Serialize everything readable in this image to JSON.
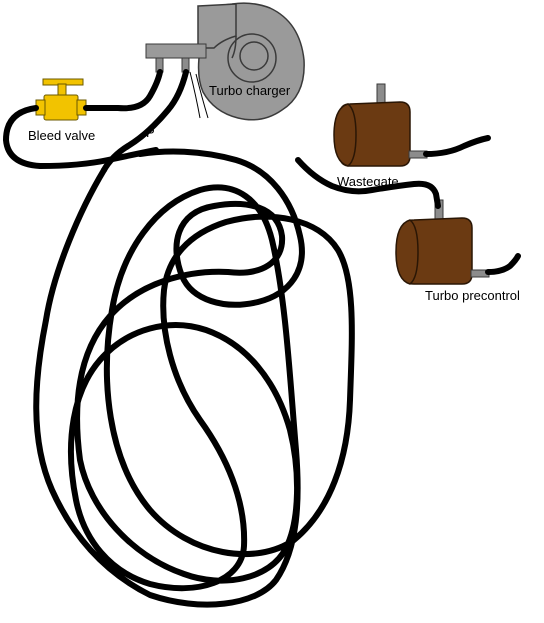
{
  "labels": {
    "turbo_charger": "Turbo charger",
    "bleed_valve": "Bleed valve",
    "pressure_port": "P",
    "wastegate": "Wastegate",
    "turbo_precontrol": "Turbo precontrol"
  },
  "colors": {
    "hose": "#000000",
    "turbo_body": "#9a9a9a",
    "valve_body": "#f2c300",
    "actuator_body": "#6b3a12",
    "fitting": "#8c8c8c"
  }
}
